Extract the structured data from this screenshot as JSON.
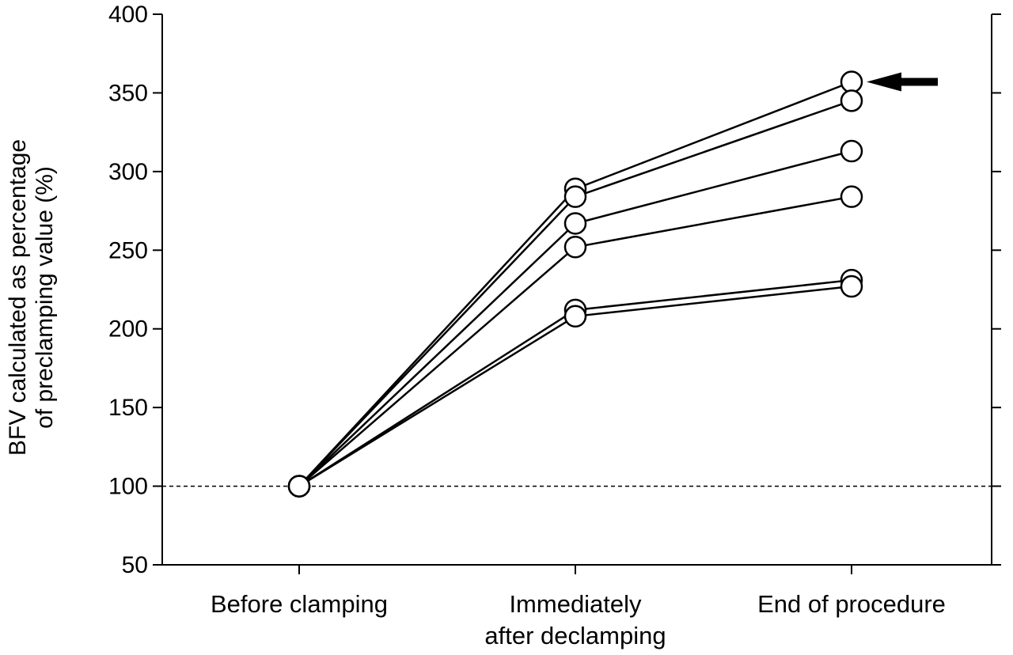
{
  "chart_data": {
    "type": "line",
    "title": "",
    "ylabel_lines": [
      "BFV calculated as percentage",
      "of preclamping value (%)"
    ],
    "xlabel": "",
    "ylim": [
      50,
      400
    ],
    "yticks": [
      50,
      100,
      150,
      200,
      250,
      300,
      350,
      400
    ],
    "categories": [
      [
        "Before clamping"
      ],
      [
        "Immediately",
        "after declamping"
      ],
      [
        "End of procedure"
      ]
    ],
    "reference_line": {
      "y": 100,
      "style": "dashed"
    },
    "series": [
      {
        "values": [
          100,
          289,
          357
        ]
      },
      {
        "values": [
          100,
          284,
          345
        ]
      },
      {
        "values": [
          100,
          267,
          313
        ]
      },
      {
        "values": [
          100,
          252,
          284
        ]
      },
      {
        "values": [
          100,
          212,
          231
        ]
      },
      {
        "values": [
          100,
          208,
          227
        ]
      }
    ],
    "annotation": {
      "type": "arrow",
      "points_to_series": 0,
      "category_index": 2
    },
    "grid": false,
    "legend": "none",
    "colors": {
      "line": "#000000",
      "marker_fill": "#ffffff"
    }
  }
}
